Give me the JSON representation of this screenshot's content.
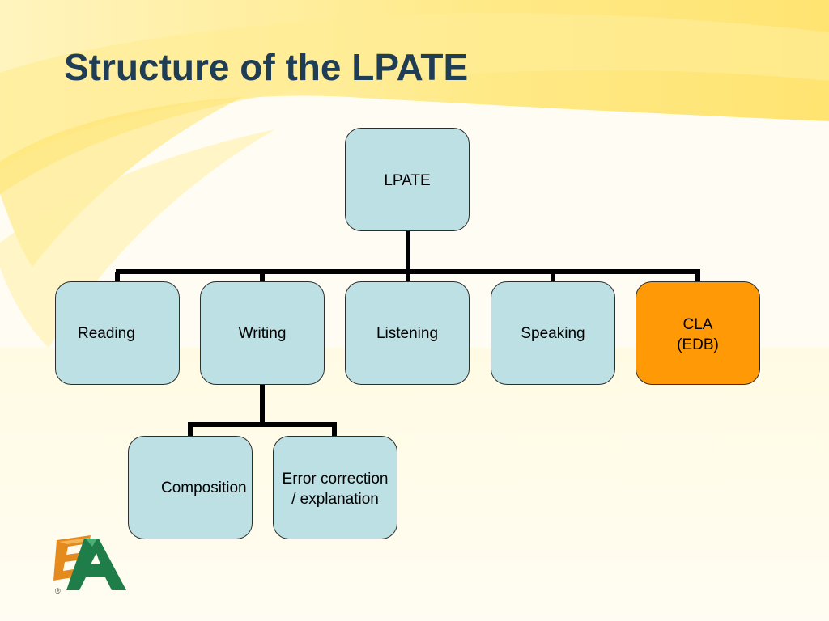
{
  "slide": {
    "title": "Structure of the LPATE"
  },
  "nodes": {
    "root": {
      "label": "LPATE"
    },
    "reading": {
      "label": "Reading"
    },
    "writing": {
      "label": "Writing"
    },
    "listening": {
      "label": "Listening"
    },
    "speaking": {
      "label": "Speaking"
    },
    "cla": {
      "label": "CLA\n(EDB)"
    },
    "composition": {
      "label": "Composition"
    },
    "error_correction": {
      "label": "Error correction\n/ explanation"
    }
  },
  "colors": {
    "node_fill": "#bde0e4",
    "accent_fill": "#ff9a06",
    "connector": "#000000",
    "title": "#1f3d55"
  },
  "logo": {
    "letters": "EA",
    "registered_mark": "®"
  }
}
